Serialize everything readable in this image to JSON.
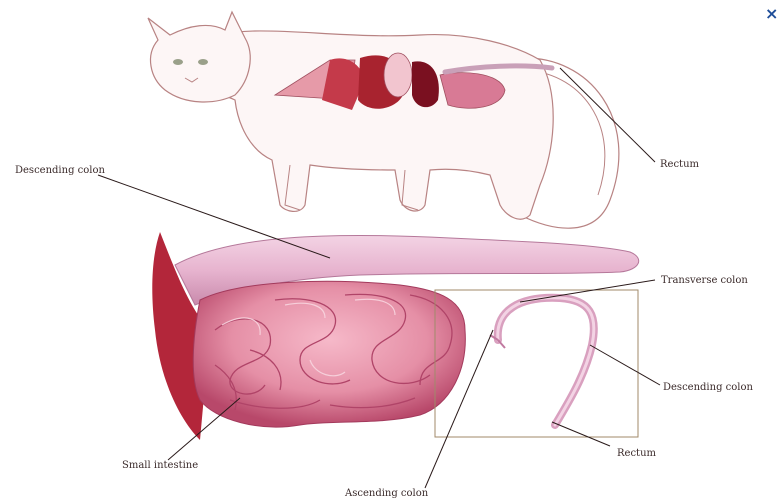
{
  "close_glyph": "×",
  "labels": {
    "descending_colon_top": "Descending colon",
    "rectum_top": "Rectum",
    "transverse_colon": "Transverse colon",
    "descending_colon_right": "Descending colon",
    "small_intestine": "Small intestine",
    "rectum_bottom": "Rectum",
    "ascending_colon": "Ascending colon"
  },
  "colors": {
    "intestine": "#e58fa6",
    "intestine_dark": "#b8486a",
    "colon": "#e7b4cf",
    "organ_red": "#a8232f",
    "cat_outline": "#b88383"
  }
}
